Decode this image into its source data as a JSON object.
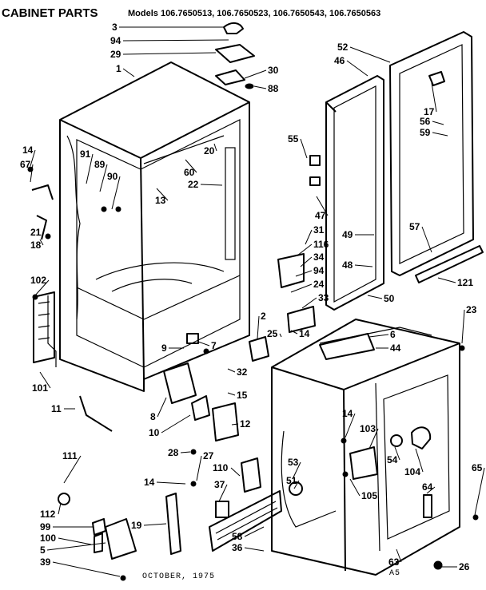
{
  "header": {
    "title": "CABINET PARTS",
    "models": "Models 106.7650513, 106.7650523, 106.7650543, 106.7650563"
  },
  "footer": {
    "date": "OCTOBER, 1975",
    "code": "A5"
  },
  "callouts": [
    "3",
    "94",
    "29",
    "1",
    "30",
    "88",
    "52",
    "46",
    "17",
    "56",
    "59",
    "14",
    "67",
    "91",
    "89",
    "90",
    "20",
    "60",
    "13",
    "22",
    "55",
    "47",
    "21",
    "18",
    "102",
    "31",
    "116",
    "34",
    "94",
    "24",
    "33",
    "49",
    "57",
    "48",
    "121",
    "50",
    "23",
    "101",
    "2",
    "25",
    "14",
    "6",
    "44",
    "9",
    "7",
    "32",
    "15",
    "12",
    "11",
    "8",
    "10",
    "14",
    "103",
    "54",
    "104",
    "64",
    "65",
    "111",
    "28",
    "27",
    "110",
    "53",
    "51",
    "105",
    "14",
    "37",
    "112",
    "99",
    "100",
    "5",
    "39",
    "19",
    "58",
    "36",
    "63",
    "26"
  ]
}
